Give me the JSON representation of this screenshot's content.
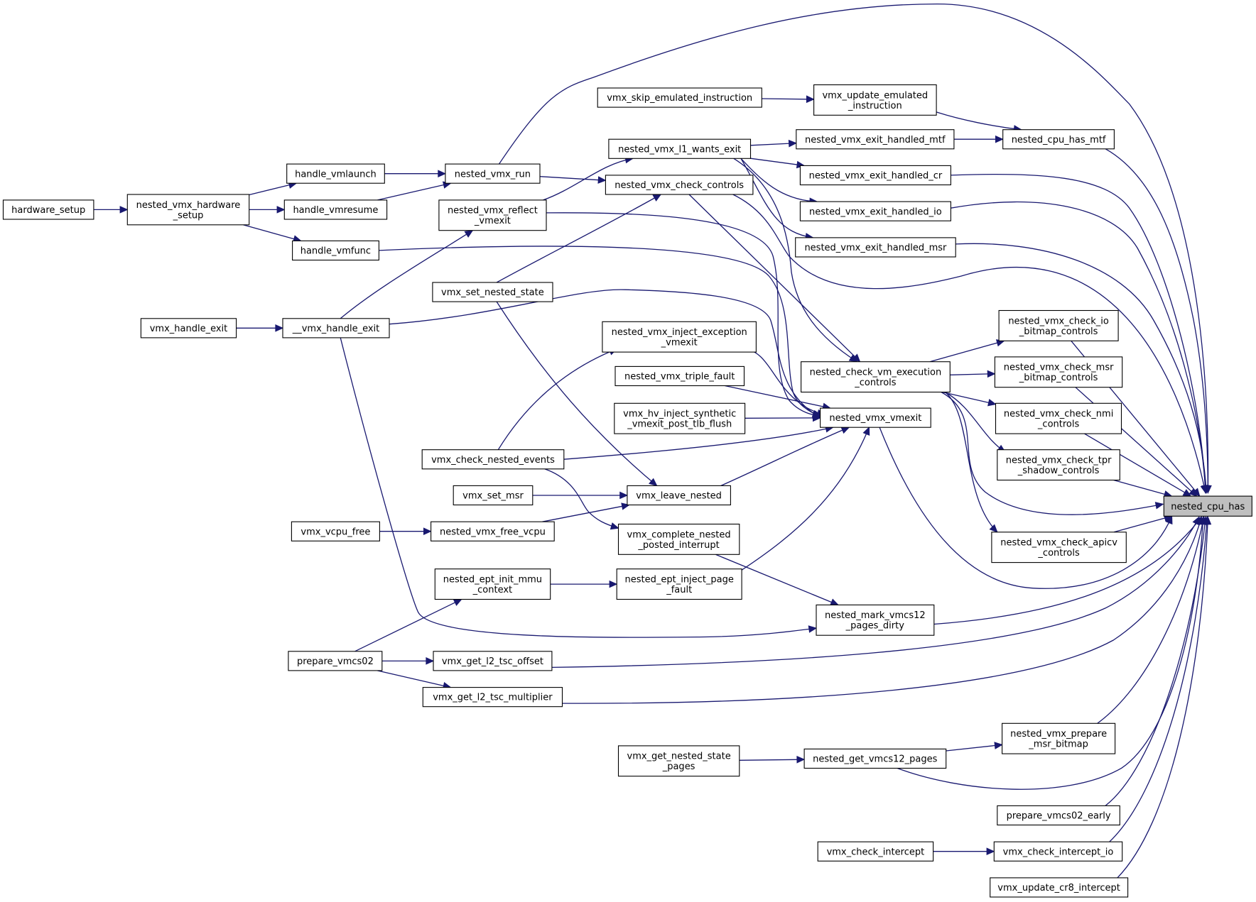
{
  "diagram": {
    "root": "nested_cpu_has",
    "nodes": [
      {
        "id": "nested_cpu_has",
        "lines": [
          "nested_cpu_has"
        ],
        "highlighted": true
      },
      {
        "id": "hardware_setup",
        "lines": [
          "hardware_setup"
        ]
      },
      {
        "id": "nested_vmx_hardware_setup",
        "lines": [
          "nested_vmx_hardware",
          "_setup"
        ]
      },
      {
        "id": "handle_vmlaunch",
        "lines": [
          "handle_vmlaunch"
        ]
      },
      {
        "id": "handle_vmresume",
        "lines": [
          "handle_vmresume"
        ]
      },
      {
        "id": "handle_vmfunc",
        "lines": [
          "handle_vmfunc"
        ]
      },
      {
        "id": "vmx_handle_exit",
        "lines": [
          "vmx_handle_exit"
        ]
      },
      {
        "id": "__vmx_handle_exit",
        "lines": [
          "__vmx_handle_exit"
        ]
      },
      {
        "id": "vmx_vcpu_free",
        "lines": [
          "vmx_vcpu_free"
        ]
      },
      {
        "id": "prepare_vmcs02",
        "lines": [
          "prepare_vmcs02"
        ]
      },
      {
        "id": "vmx_skip_emulated_instruction",
        "lines": [
          "vmx_skip_emulated_instruction"
        ]
      },
      {
        "id": "nested_vmx_run",
        "lines": [
          "nested_vmx_run"
        ]
      },
      {
        "id": "nested_vmx_reflect_vmexit",
        "lines": [
          "nested_vmx_reflect",
          "_vmexit"
        ]
      },
      {
        "id": "vmx_set_nested_state",
        "lines": [
          "vmx_set_nested_state"
        ]
      },
      {
        "id": "vmx_check_nested_events",
        "lines": [
          "vmx_check_nested_events"
        ]
      },
      {
        "id": "vmx_set_msr",
        "lines": [
          "vmx_set_msr"
        ]
      },
      {
        "id": "nested_vmx_free_vcpu",
        "lines": [
          "nested_vmx_free_vcpu"
        ]
      },
      {
        "id": "nested_ept_init_mmu_context",
        "lines": [
          "nested_ept_init_mmu",
          "_context"
        ]
      },
      {
        "id": "vmx_get_l2_tsc_offset",
        "lines": [
          "vmx_get_l2_tsc_offset"
        ]
      },
      {
        "id": "vmx_get_l2_tsc_multiplier",
        "lines": [
          "vmx_get_l2_tsc_multiplier"
        ]
      },
      {
        "id": "nested_vmx_l1_wants_exit",
        "lines": [
          "nested_vmx_l1_wants_exit"
        ]
      },
      {
        "id": "nested_vmx_check_controls",
        "lines": [
          "nested_vmx_check_controls"
        ]
      },
      {
        "id": "nested_vmx_inject_exception_vmexit",
        "lines": [
          "nested_vmx_inject_exception",
          "_vmexit"
        ]
      },
      {
        "id": "nested_vmx_triple_fault",
        "lines": [
          "nested_vmx_triple_fault"
        ]
      },
      {
        "id": "vmx_hv_inject_synthetic_vmexit_post_tlb_flush",
        "lines": [
          "vmx_hv_inject_synthetic",
          "_vmexit_post_tlb_flush"
        ]
      },
      {
        "id": "vmx_leave_nested",
        "lines": [
          "vmx_leave_nested"
        ]
      },
      {
        "id": "vmx_complete_nested_posted_interrupt",
        "lines": [
          "vmx_complete_nested",
          "_posted_interrupt"
        ]
      },
      {
        "id": "nested_ept_inject_page_fault",
        "lines": [
          "nested_ept_inject_page",
          "_fault"
        ]
      },
      {
        "id": "vmx_get_nested_state_pages",
        "lines": [
          "vmx_get_nested_state",
          "_pages"
        ]
      },
      {
        "id": "vmx_update_emulated_instruction",
        "lines": [
          "vmx_update_emulated",
          "_instruction"
        ]
      },
      {
        "id": "nested_vmx_exit_handled_mtf",
        "lines": [
          "nested_vmx_exit_handled_mtf"
        ]
      },
      {
        "id": "nested_vmx_exit_handled_cr",
        "lines": [
          "nested_vmx_exit_handled_cr"
        ]
      },
      {
        "id": "nested_vmx_exit_handled_io",
        "lines": [
          "nested_vmx_exit_handled_io"
        ]
      },
      {
        "id": "nested_vmx_exit_handled_msr",
        "lines": [
          "nested_vmx_exit_handled_msr"
        ]
      },
      {
        "id": "nested_check_vm_execution_controls",
        "lines": [
          "nested_check_vm_execution",
          "_controls"
        ]
      },
      {
        "id": "nested_vmx_vmexit",
        "lines": [
          "nested_vmx_vmexit"
        ]
      },
      {
        "id": "nested_mark_vmcs12_pages_dirty",
        "lines": [
          "nested_mark_vmcs12",
          "_pages_dirty"
        ]
      },
      {
        "id": "nested_get_vmcs12_pages",
        "lines": [
          "nested_get_vmcs12_pages"
        ]
      },
      {
        "id": "vmx_check_intercept",
        "lines": [
          "vmx_check_intercept"
        ]
      },
      {
        "id": "nested_cpu_has_mtf",
        "lines": [
          "nested_cpu_has_mtf"
        ]
      },
      {
        "id": "nested_vmx_check_io_bitmap_controls",
        "lines": [
          "nested_vmx_check_io",
          "_bitmap_controls"
        ]
      },
      {
        "id": "nested_vmx_check_msr_bitmap_controls",
        "lines": [
          "nested_vmx_check_msr",
          "_bitmap_controls"
        ]
      },
      {
        "id": "nested_vmx_check_nmi_controls",
        "lines": [
          "nested_vmx_check_nmi",
          "_controls"
        ]
      },
      {
        "id": "nested_vmx_check_tpr_shadow_controls",
        "lines": [
          "nested_vmx_check_tpr",
          "_shadow_controls"
        ]
      },
      {
        "id": "nested_vmx_check_apicv_controls",
        "lines": [
          "nested_vmx_check_apicv",
          "_controls"
        ]
      },
      {
        "id": "nested_vmx_prepare_msr_bitmap",
        "lines": [
          "nested_vmx_prepare",
          "_msr_bitmap"
        ]
      },
      {
        "id": "prepare_vmcs02_early",
        "lines": [
          "prepare_vmcs02_early"
        ]
      },
      {
        "id": "vmx_check_intercept_io",
        "lines": [
          "vmx_check_intercept_io"
        ]
      },
      {
        "id": "vmx_update_cr8_intercept",
        "lines": [
          "vmx_update_cr8_intercept"
        ]
      }
    ],
    "edges": [
      {
        "from": "hardware_setup",
        "to": "nested_vmx_hardware_setup"
      },
      {
        "from": "nested_vmx_hardware_setup",
        "to": "handle_vmlaunch"
      },
      {
        "from": "nested_vmx_hardware_setup",
        "to": "handle_vmresume"
      },
      {
        "from": "nested_vmx_hardware_setup",
        "to": "handle_vmfunc"
      },
      {
        "from": "handle_vmlaunch",
        "to": "nested_vmx_run"
      },
      {
        "from": "handle_vmresume",
        "to": "nested_vmx_run"
      },
      {
        "from": "vmx_handle_exit",
        "to": "__vmx_handle_exit"
      },
      {
        "from": "__vmx_handle_exit",
        "to": "nested_vmx_reflect_vmexit"
      },
      {
        "from": "vmx_vcpu_free",
        "to": "nested_vmx_free_vcpu"
      },
      {
        "from": "prepare_vmcs02",
        "to": "nested_ept_init_mmu_context"
      },
      {
        "from": "prepare_vmcs02",
        "to": "vmx_get_l2_tsc_offset"
      },
      {
        "from": "prepare_vmcs02",
        "to": "vmx_get_l2_tsc_multiplier"
      },
      {
        "from": "vmx_skip_emulated_instruction",
        "to": "vmx_update_emulated_instruction"
      },
      {
        "from": "nested_vmx_run",
        "to": "nested_vmx_check_controls"
      },
      {
        "from": "nested_vmx_reflect_vmexit",
        "to": "nested_vmx_l1_wants_exit"
      },
      {
        "from": "vmx_set_nested_state",
        "to": "nested_vmx_check_controls"
      },
      {
        "from": "vmx_set_nested_state",
        "to": "vmx_leave_nested"
      },
      {
        "from": "vmx_check_nested_events",
        "to": "nested_vmx_inject_exception_vmexit"
      },
      {
        "from": "vmx_check_nested_events",
        "to": "vmx_complete_nested_posted_interrupt"
      },
      {
        "from": "vmx_set_msr",
        "to": "vmx_leave_nested"
      },
      {
        "from": "nested_vmx_free_vcpu",
        "to": "vmx_leave_nested"
      },
      {
        "from": "nested_ept_init_mmu_context",
        "to": "nested_ept_inject_page_fault"
      },
      {
        "from": "vmx_get_nested_state_pages",
        "to": "nested_get_vmcs12_pages"
      },
      {
        "from": "nested_vmx_l1_wants_exit",
        "to": "nested_vmx_exit_handled_mtf"
      },
      {
        "from": "nested_vmx_l1_wants_exit",
        "to": "nested_vmx_exit_handled_cr"
      },
      {
        "from": "nested_vmx_l1_wants_exit",
        "to": "nested_vmx_exit_handled_io"
      },
      {
        "from": "nested_vmx_l1_wants_exit",
        "to": "nested_vmx_exit_handled_msr"
      },
      {
        "from": "nested_vmx_l1_wants_exit",
        "to": "nested_check_vm_execution_controls"
      },
      {
        "from": "nested_vmx_check_controls",
        "to": "nested_check_vm_execution_controls"
      },
      {
        "from": "nested_vmx_reflect_vmexit",
        "to": "nested_vmx_vmexit"
      },
      {
        "from": "handle_vmfunc",
        "to": "nested_vmx_vmexit"
      },
      {
        "from": "__vmx_handle_exit",
        "to": "nested_vmx_vmexit"
      },
      {
        "from": "nested_vmx_inject_exception_vmexit",
        "to": "nested_vmx_vmexit"
      },
      {
        "from": "nested_vmx_triple_fault",
        "to": "nested_vmx_vmexit"
      },
      {
        "from": "vmx_hv_inject_synthetic_vmexit_post_tlb_flush",
        "to": "nested_vmx_vmexit"
      },
      {
        "from": "vmx_check_nested_events",
        "to": "nested_vmx_vmexit"
      },
      {
        "from": "vmx_leave_nested",
        "to": "nested_vmx_vmexit"
      },
      {
        "from": "nested_ept_inject_page_fault",
        "to": "nested_vmx_vmexit"
      },
      {
        "from": "vmx_complete_nested_posted_interrupt",
        "to": "nested_mark_vmcs12_pages_dirty"
      },
      {
        "from": "__vmx_handle_exit",
        "to": "nested_mark_vmcs12_pages_dirty"
      },
      {
        "from": "vmx_check_intercept",
        "to": "vmx_check_intercept_io"
      },
      {
        "from": "vmx_update_emulated_instruction",
        "to": "nested_cpu_has_mtf"
      },
      {
        "from": "nested_vmx_exit_handled_mtf",
        "to": "nested_cpu_has_mtf"
      },
      {
        "from": "nested_check_vm_execution_controls",
        "to": "nested_vmx_check_io_bitmap_controls"
      },
      {
        "from": "nested_check_vm_execution_controls",
        "to": "nested_vmx_check_msr_bitmap_controls"
      },
      {
        "from": "nested_check_vm_execution_controls",
        "to": "nested_vmx_check_nmi_controls"
      },
      {
        "from": "nested_check_vm_execution_controls",
        "to": "nested_vmx_check_tpr_shadow_controls"
      },
      {
        "from": "nested_check_vm_execution_controls",
        "to": "nested_vmx_check_apicv_controls"
      },
      {
        "from": "nested_get_vmcs12_pages",
        "to": "nested_vmx_prepare_msr_bitmap"
      },
      {
        "from": "nested_vmx_run",
        "to": "nested_cpu_has"
      },
      {
        "from": "nested_cpu_has_mtf",
        "to": "nested_cpu_has"
      },
      {
        "from": "nested_vmx_exit_handled_cr",
        "to": "nested_cpu_has"
      },
      {
        "from": "nested_vmx_exit_handled_io",
        "to": "nested_cpu_has"
      },
      {
        "from": "nested_vmx_exit_handled_msr",
        "to": "nested_cpu_has"
      },
      {
        "from": "nested_vmx_check_controls",
        "to": "nested_cpu_has"
      },
      {
        "from": "nested_vmx_check_io_bitmap_controls",
        "to": "nested_cpu_has"
      },
      {
        "from": "nested_vmx_check_msr_bitmap_controls",
        "to": "nested_cpu_has"
      },
      {
        "from": "nested_vmx_check_nmi_controls",
        "to": "nested_cpu_has"
      },
      {
        "from": "nested_vmx_check_tpr_shadow_controls",
        "to": "nested_cpu_has"
      },
      {
        "from": "nested_check_vm_execution_controls",
        "to": "nested_cpu_has"
      },
      {
        "from": "nested_vmx_check_apicv_controls",
        "to": "nested_cpu_has"
      },
      {
        "from": "nested_vmx_vmexit",
        "to": "nested_cpu_has"
      },
      {
        "from": "nested_mark_vmcs12_pages_dirty",
        "to": "nested_cpu_has"
      },
      {
        "from": "vmx_get_l2_tsc_offset",
        "to": "nested_cpu_has"
      },
      {
        "from": "vmx_get_l2_tsc_multiplier",
        "to": "nested_cpu_has"
      },
      {
        "from": "nested_vmx_prepare_msr_bitmap",
        "to": "nested_cpu_has"
      },
      {
        "from": "nested_get_vmcs12_pages",
        "to": "nested_cpu_has"
      },
      {
        "from": "prepare_vmcs02_early",
        "to": "nested_cpu_has"
      },
      {
        "from": "vmx_check_intercept_io",
        "to": "nested_cpu_has"
      },
      {
        "from": "vmx_update_cr8_intercept",
        "to": "nested_cpu_has"
      }
    ]
  }
}
